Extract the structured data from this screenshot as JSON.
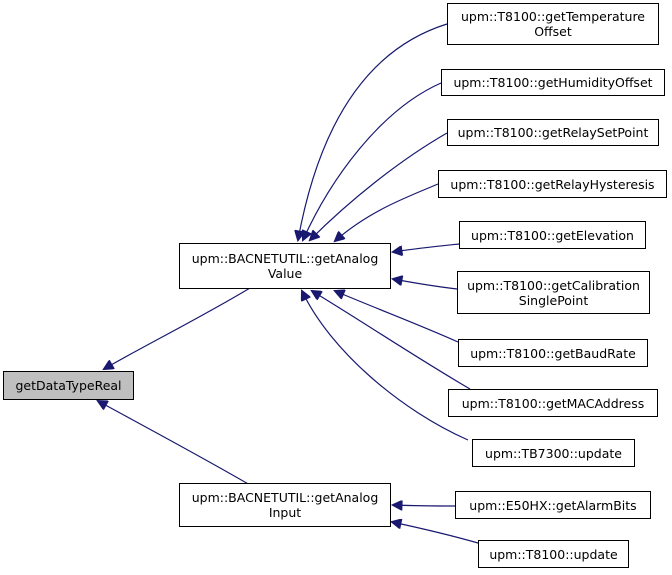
{
  "diagram": {
    "colors": {
      "edge": "#191970",
      "node_border": "#000000",
      "focus_fill": "#bfbfbf",
      "node_fill": "#ffffff"
    },
    "nodes": {
      "root": {
        "lines": [
          "getDataTypeReal"
        ]
      },
      "analog_value": {
        "lines": [
          "upm::BACNETUTIL::getAnalog",
          "Value"
        ]
      },
      "analog_input": {
        "lines": [
          "upm::BACNETUTIL::getAnalog",
          "Input"
        ]
      },
      "temp_offset": {
        "lines": [
          "upm::T8100::getTemperature",
          "Offset"
        ]
      },
      "humidity_offset": {
        "lines": [
          "upm::T8100::getHumidityOffset"
        ]
      },
      "relay_setpoint": {
        "lines": [
          "upm::T8100::getRelaySetPoint"
        ]
      },
      "relay_hysteresis": {
        "lines": [
          "upm::T8100::getRelayHysteresis"
        ]
      },
      "elevation": {
        "lines": [
          "upm::T8100::getElevation"
        ]
      },
      "calibration": {
        "lines": [
          "upm::T8100::getCalibration",
          "SinglePoint"
        ]
      },
      "baud_rate": {
        "lines": [
          "upm::T8100::getBaudRate"
        ]
      },
      "mac_address": {
        "lines": [
          "upm::T8100::getMACAddress"
        ]
      },
      "tb7300_update": {
        "lines": [
          "upm::TB7300::update"
        ]
      },
      "alarm_bits": {
        "lines": [
          "upm::E50HX::getAlarmBits"
        ]
      },
      "t8100_update": {
        "lines": [
          "upm::T8100::update"
        ]
      }
    }
  }
}
